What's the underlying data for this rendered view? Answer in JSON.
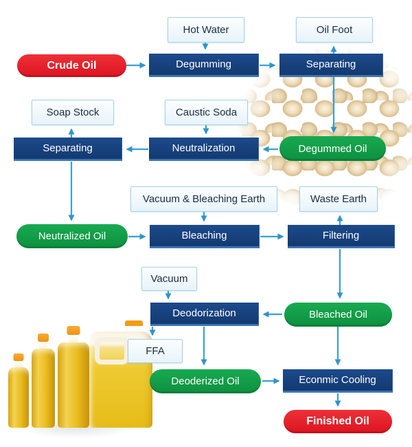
{
  "diagram": {
    "nodes": {
      "crude_oil": {
        "label": "Crude Oil",
        "type": "start-material"
      },
      "hot_water": {
        "label": "Hot Water",
        "type": "input"
      },
      "degumming": {
        "label": "Degumming",
        "type": "process"
      },
      "separating_top": {
        "label": "Separating",
        "type": "process"
      },
      "oil_foot": {
        "label": "Oil Foot",
        "type": "byproduct"
      },
      "degummed_oil": {
        "label": "Degummed Oil",
        "type": "intermediate"
      },
      "caustic_soda": {
        "label": "Caustic Soda",
        "type": "input"
      },
      "neutralization": {
        "label": "Neutralization",
        "type": "process"
      },
      "separating_left": {
        "label": "Separating",
        "type": "process"
      },
      "soap_stock": {
        "label": "Soap Stock",
        "type": "byproduct"
      },
      "neutralized_oil": {
        "label": "Neutralized Oil",
        "type": "intermediate"
      },
      "vacuum_bleaching_earth": {
        "label": "Vacuum & Bleaching Earth",
        "type": "input"
      },
      "bleaching": {
        "label": "Bleaching",
        "type": "process"
      },
      "filtering": {
        "label": "Filtering",
        "type": "process"
      },
      "waste_earth": {
        "label": "Waste Earth",
        "type": "byproduct"
      },
      "bleached_oil": {
        "label": "Bleached Oil",
        "type": "intermediate"
      },
      "vacuum": {
        "label": "Vacuum",
        "type": "input"
      },
      "deodorization": {
        "label": "Deodorization",
        "type": "process"
      },
      "ffa": {
        "label": "FFA",
        "type": "byproduct"
      },
      "deoderized_oil": {
        "label": "Deoderized Oil",
        "type": "intermediate"
      },
      "economic_cooling": {
        "label": "Econmic Cooling",
        "type": "process"
      },
      "finished_oil": {
        "label": "Finished Oil",
        "type": "end-product"
      }
    },
    "edges": [
      {
        "from": "crude_oil",
        "to": "degumming"
      },
      {
        "from": "hot_water",
        "to": "degumming"
      },
      {
        "from": "degumming",
        "to": "separating_top"
      },
      {
        "from": "separating_top",
        "to": "oil_foot"
      },
      {
        "from": "separating_top",
        "to": "degummed_oil"
      },
      {
        "from": "degummed_oil",
        "to": "neutralization"
      },
      {
        "from": "caustic_soda",
        "to": "neutralization"
      },
      {
        "from": "neutralization",
        "to": "separating_left"
      },
      {
        "from": "separating_left",
        "to": "soap_stock"
      },
      {
        "from": "separating_left",
        "to": "neutralized_oil"
      },
      {
        "from": "neutralized_oil",
        "to": "bleaching"
      },
      {
        "from": "vacuum_bleaching_earth",
        "to": "bleaching"
      },
      {
        "from": "bleaching",
        "to": "filtering"
      },
      {
        "from": "filtering",
        "to": "waste_earth"
      },
      {
        "from": "filtering",
        "to": "bleached_oil"
      },
      {
        "from": "bleached_oil",
        "to": "deodorization"
      },
      {
        "from": "vacuum",
        "to": "deodorization"
      },
      {
        "from": "deodorization",
        "to": "ffa"
      },
      {
        "from": "deodorization",
        "to": "deoderized_oil"
      },
      {
        "from": "deoderized_oil",
        "to": "economic_cooling"
      },
      {
        "from": "bleached_oil",
        "to": "economic_cooling"
      },
      {
        "from": "economic_cooling",
        "to": "finished_oil"
      }
    ],
    "colors": {
      "process_box": "#16417f",
      "process_box_edge": "#3a74b4",
      "intermediate_pill": "#129e48",
      "start_end_pill": "#e7242d",
      "input_box_bg": "#f0f8fc",
      "input_box_border": "#a5d2e6",
      "input_box_text": "#182c44",
      "arrow": "#3b9fd5"
    }
  }
}
